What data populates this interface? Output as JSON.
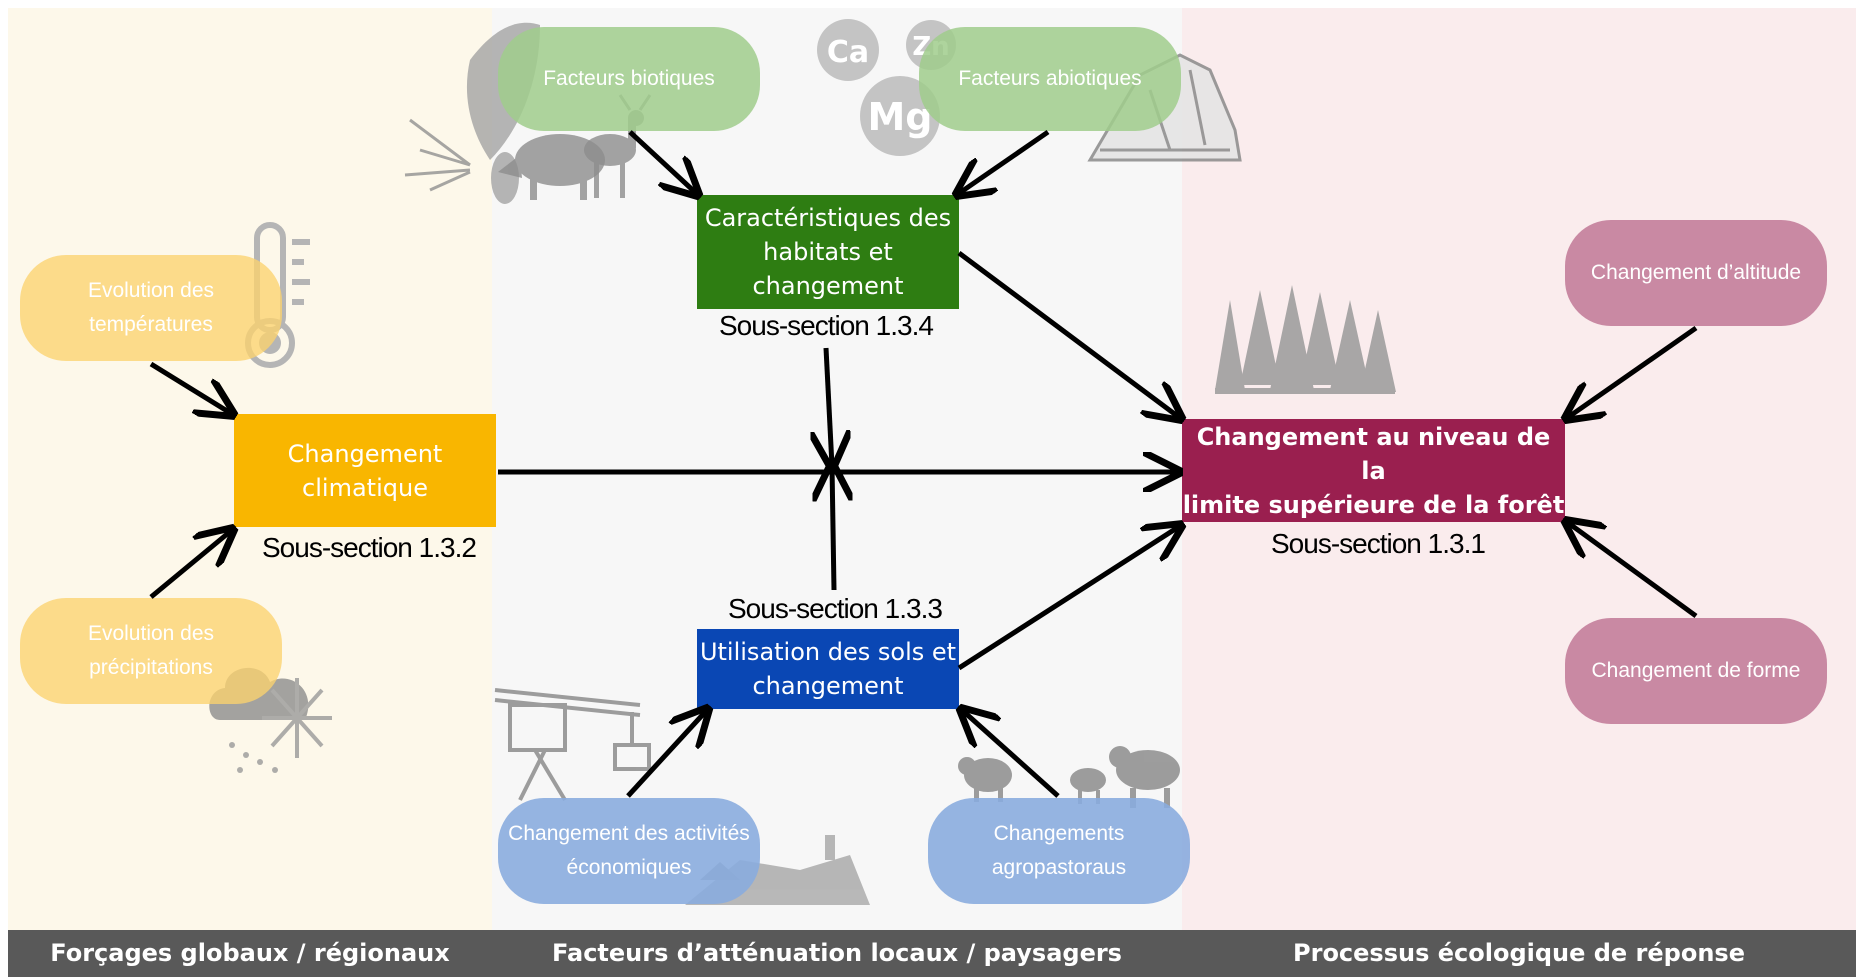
{
  "zones": {
    "left_label": "Forçages globaux / régionaux",
    "mid_label": "Facteurs d’atténuation locaux / paysagers",
    "right_label": "Processus écologique de réponse"
  },
  "colors": {
    "climate": "#f9b600",
    "habitat": "#2e7d12",
    "landuse": "#0a47b4",
    "treeline": "#9a1f4f",
    "green_pill": "#a9cf94",
    "yellow_pill": "#fbd980",
    "blue_pill": "#8cadde",
    "pink_pill": "#c989a3"
  },
  "nodes": {
    "climate": {
      "label_line1": "Changement",
      "label_line2": "climatique",
      "subsection": "Sous-section 1.3.2"
    },
    "habitat": {
      "label_line1": "Caractéristiques des",
      "label_line2": "habitats et",
      "label_line3": "changement",
      "subsection": "Sous-section 1.3.4"
    },
    "landuse": {
      "label_line1": "Utilisation des sols et",
      "label_line2": "changement",
      "subsection": "Sous-section 1.3.3"
    },
    "treeline": {
      "label_line1": "Changement au niveau de la",
      "label_line2": "limite supérieure de la forêt",
      "subsection": "Sous-section 1.3.1"
    }
  },
  "pills": {
    "temperatures": {
      "line1": "Evolution des",
      "line2": "températures"
    },
    "precipitations": {
      "line1": "Evolution des",
      "line2": "précipitations"
    },
    "biotic": {
      "line1": "Facteurs biotiques"
    },
    "abiotic": {
      "line1": "Facteurs abiotiques"
    },
    "economic": {
      "line1": "Changement des activités",
      "line2": "économiques"
    },
    "agropastoral": {
      "line1": "Changements",
      "line2": "agropastoraus"
    },
    "altitude": {
      "line1": "Changement d’altitude"
    },
    "form": {
      "line1": "Changement de forme"
    }
  },
  "elements": {
    "calcium": "Ca",
    "zinc": "Zn",
    "magnesium": "Mg"
  },
  "icons": [
    "thermometer-icon",
    "snow-cloud-icon",
    "leaf-icon",
    "wild-boar-icon",
    "deer-icon",
    "rock-icon",
    "forest-icon",
    "ski-lift-icon",
    "village-icon",
    "livestock-icon"
  ]
}
